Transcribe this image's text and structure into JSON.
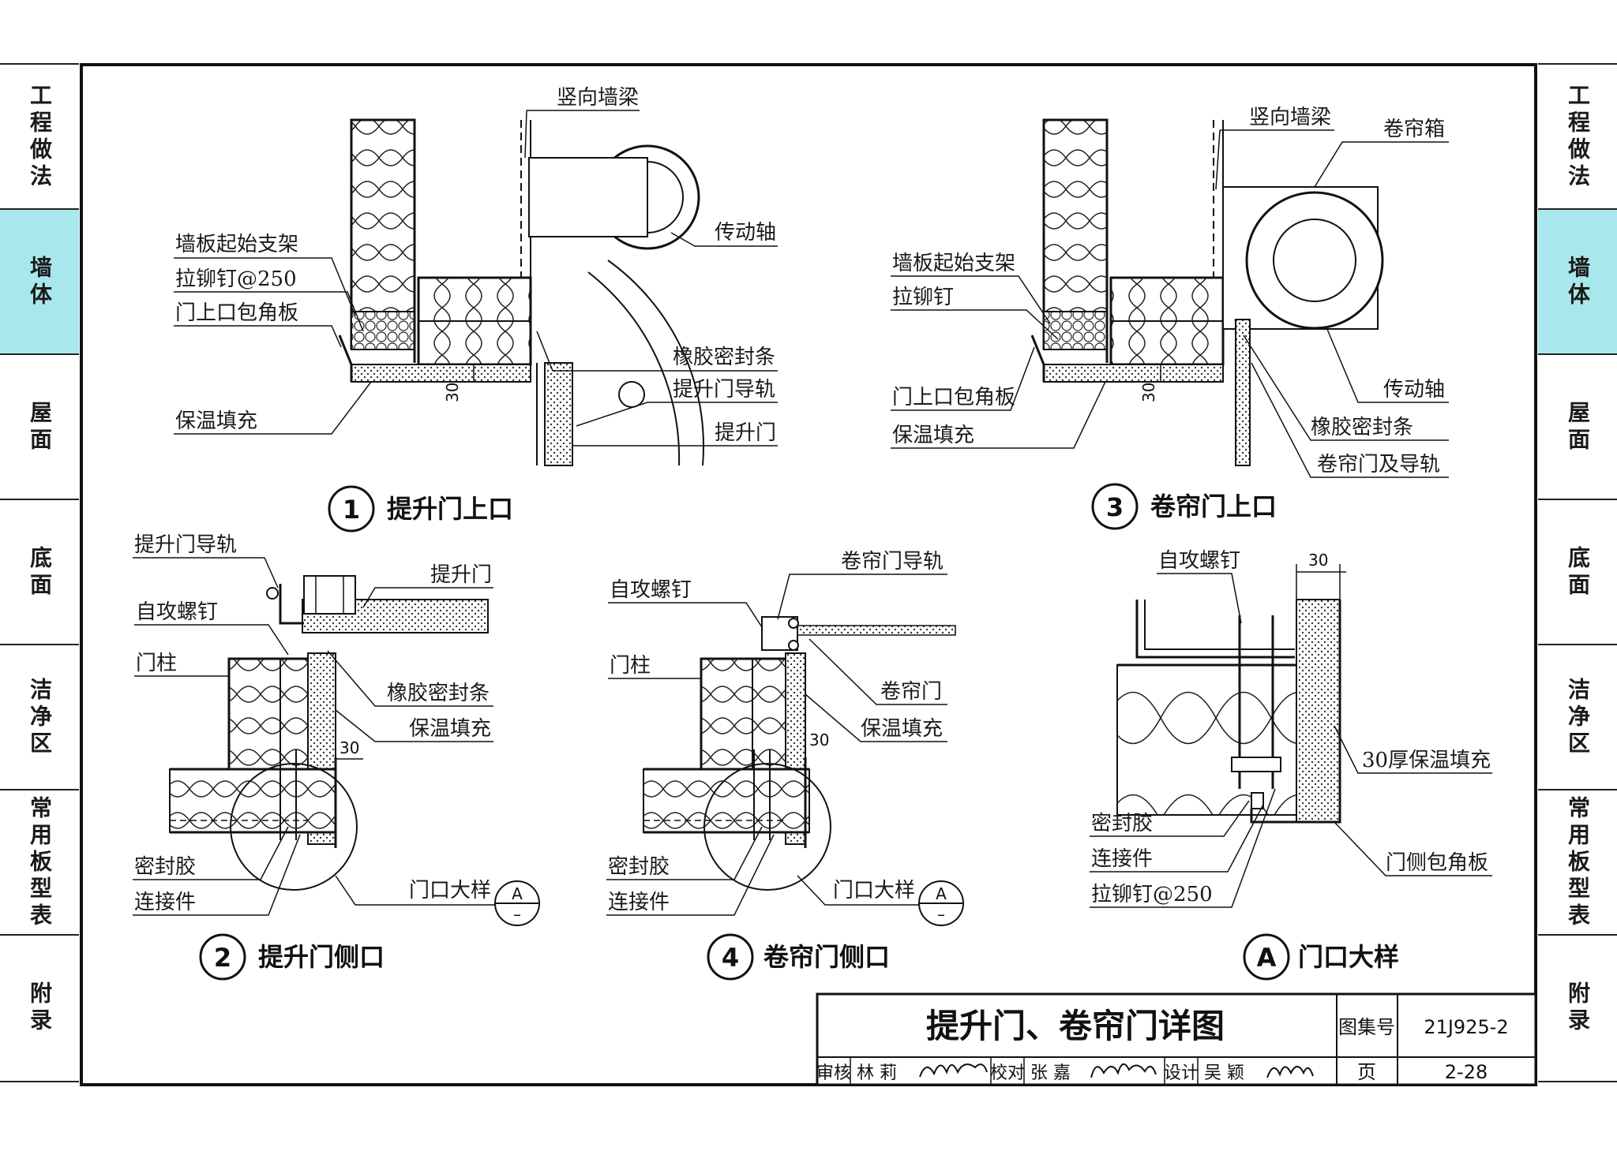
{
  "sidebar": {
    "items": [
      {
        "label": "工程做法",
        "active": false
      },
      {
        "label": "墙体",
        "active": true
      },
      {
        "label": "屋面",
        "active": false
      },
      {
        "label": "底面",
        "active": false
      },
      {
        "label": "洁净区",
        "active": false
      },
      {
        "label": "常用板型表",
        "active": false
      },
      {
        "label": "附录",
        "active": false
      }
    ]
  },
  "colors": {
    "active_tab": "#a8e8ec",
    "line": "#1a1a1a"
  },
  "details": {
    "d1": {
      "num": "1",
      "title": "提升门上口",
      "labels": {
        "vbeam": "竖向墙梁",
        "start_bracket": "墙板起始支架",
        "rivet": "拉铆钉@250",
        "corner": "门上口包角板",
        "fill": "保温填充",
        "shaft": "传动轴",
        "seal": "橡胶密封条",
        "rail": "提升门导轨",
        "door": "提升门"
      },
      "dim": "30"
    },
    "d2": {
      "num": "2",
      "title": "提升门侧口",
      "labels": {
        "rail": "提升门导轨",
        "door": "提升门",
        "screw": "自攻螺钉",
        "post": "门柱",
        "seal": "橡胶密封条",
        "fill": "保温填充",
        "sealant": "密封胶",
        "connector": "连接件",
        "detail_ref": "门口大样"
      },
      "ref": "A",
      "ref_sub": "–",
      "dim": "30"
    },
    "d3": {
      "num": "3",
      "title": "卷帘门上口",
      "labels": {
        "vbeam": "竖向墙梁",
        "box": "卷帘箱",
        "start_bracket": "墙板起始支架",
        "rivet": "拉铆钉",
        "corner": "门上口包角板",
        "fill": "保温填充",
        "shaft": "传动轴",
        "seal": "橡胶密封条",
        "door_rail": "卷帘门及导轨"
      },
      "dim": "30"
    },
    "d4": {
      "num": "4",
      "title": "卷帘门侧口",
      "labels": {
        "rail": "卷帘门导轨",
        "screw": "自攻螺钉",
        "post": "门柱",
        "door": "卷帘门",
        "fill": "保温填充",
        "sealant": "密封胶",
        "connector": "连接件",
        "detail_ref": "门口大样"
      },
      "ref": "A",
      "ref_sub": "–",
      "dim": "30"
    },
    "dA": {
      "num": "A",
      "title": "门口大样",
      "labels": {
        "screw": "自攻螺钉",
        "fill30": "30厚保温填充",
        "sealant": "密封胶",
        "connector": "连接件",
        "rivet": "拉铆钉@250",
        "corner": "门侧包角板"
      },
      "dim": "30"
    }
  },
  "title_block": {
    "title": "提升门、卷帘门详图",
    "atlas_label": "图集号",
    "atlas_no": "21J925-2",
    "page_label": "页",
    "page_no": "2-28",
    "review_label": "审核",
    "reviewer": "林  莉",
    "check_label": "校对",
    "checker": "张  嘉",
    "design_label": "设计",
    "designer": "吴  颖"
  }
}
